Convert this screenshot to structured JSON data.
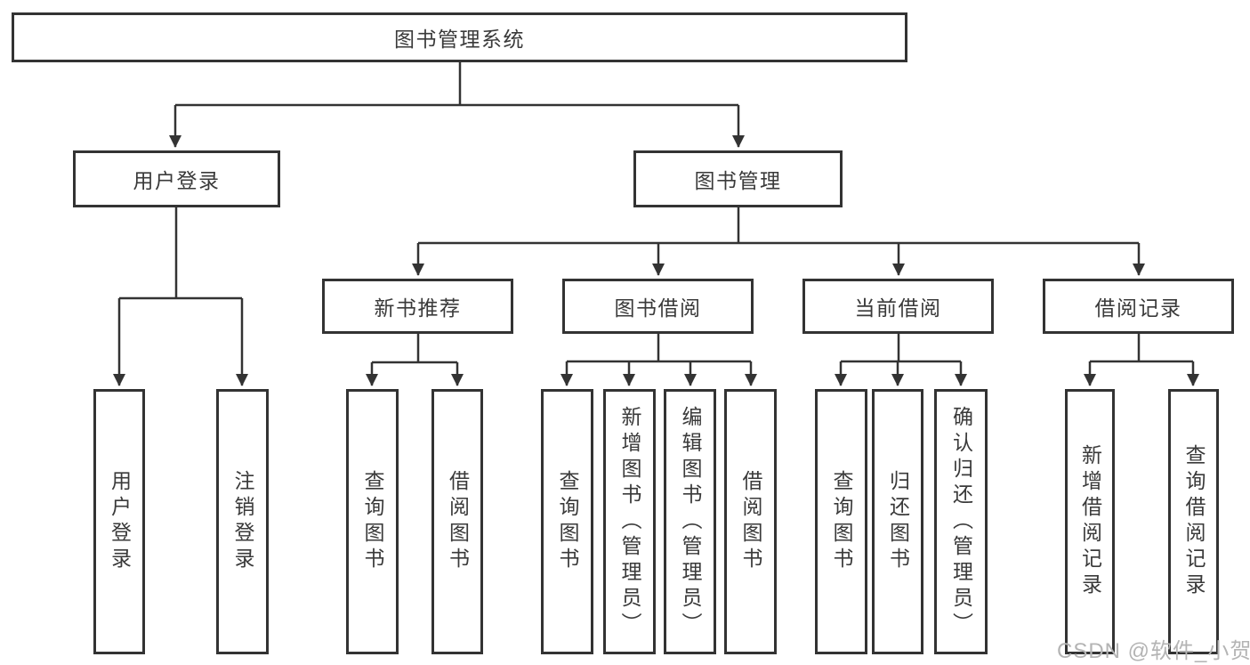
{
  "diagram": {
    "type": "hierarchy-tree",
    "nodes": {
      "root": {
        "label": "图书管理系统"
      },
      "user_login": {
        "label": "用户登录"
      },
      "book_mgmt": {
        "label": "图书管理"
      },
      "new_book": {
        "label": "新书推荐"
      },
      "book_borrow": {
        "label": "图书借阅"
      },
      "current_borrow": {
        "label": "当前借阅"
      },
      "borrow_records": {
        "label": "借阅记录"
      },
      "leaves": {
        "login": {
          "label": "用户登录"
        },
        "logout": {
          "label": "注销登录"
        },
        "nb_query": {
          "label": "查询图书"
        },
        "nb_borrow": {
          "label": "借阅图书"
        },
        "bb_query": {
          "label": "查询图书"
        },
        "bb_add": {
          "label": "新增图书（管理员）"
        },
        "bb_edit": {
          "label": "编辑图书（管理员）"
        },
        "bb_borrow": {
          "label": "借阅图书"
        },
        "cb_query": {
          "label": "查询图书"
        },
        "cb_return": {
          "label": "归还图书"
        },
        "cb_confirm": {
          "label": "确认归还（管理员）"
        },
        "br_add": {
          "label": "新增借阅记录"
        },
        "br_query": {
          "label": "查询借阅记录"
        }
      }
    },
    "edges": [
      "图书管理系统 -> 用户登录",
      "图书管理系统 -> 图书管理",
      "用户登录 -> 用户登录(叶), 注销登录",
      "图书管理 -> 新书推荐, 图书借阅, 当前借阅, 借阅记录",
      "新书推荐 -> 查询图书, 借阅图书",
      "图书借阅 -> 查询图书, 新增图书（管理员）, 编辑图书（管理员）, 借阅图书",
      "当前借阅 -> 查询图书, 归还图书, 确认归还（管理员）",
      "借阅记录 -> 新增借阅记录, 查询借阅记录"
    ],
    "colors": {
      "line": "#333333",
      "box_border": "#333333",
      "box_fill": "#ffffff",
      "text": "#3a3a3a",
      "watermark": "#b4b4b4",
      "background": "#ffffff"
    }
  },
  "watermark": {
    "text": "CSDN @软件_小贺同学"
  }
}
